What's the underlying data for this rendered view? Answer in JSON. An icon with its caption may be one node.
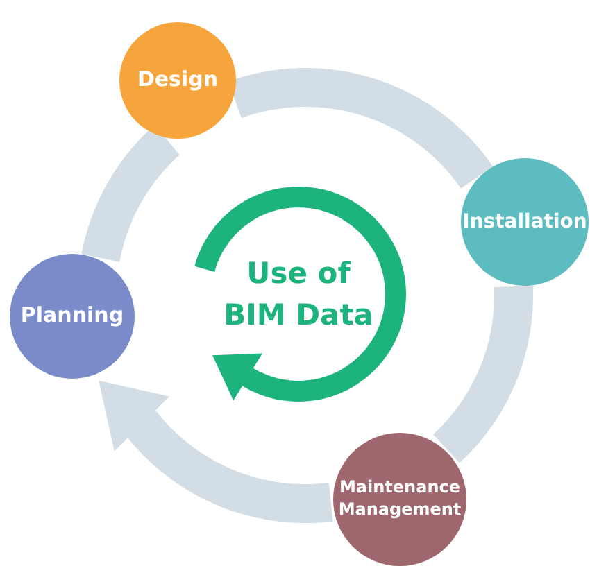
{
  "diagram": {
    "nodes": [
      {
        "text": [
          "Design"
        ]
      },
      {
        "text": [
          "Installation"
        ]
      },
      {
        "text": [
          "Maintenance Management"
        ]
      },
      {
        "text": [
          "Planning"
        ]
      },
      {
        "text": [
          "Use of BIM Data"
        ]
      }
    ],
    "edges": [
      {
        "from": 0,
        "to": 1,
        "arrow": "none"
      },
      {
        "from": 1,
        "to": 2,
        "arrow": "none"
      },
      {
        "from": 2,
        "to": 3,
        "arrow": "to"
      },
      {
        "from": 3,
        "to": 0,
        "arrow": "none"
      }
    ]
  }
}
